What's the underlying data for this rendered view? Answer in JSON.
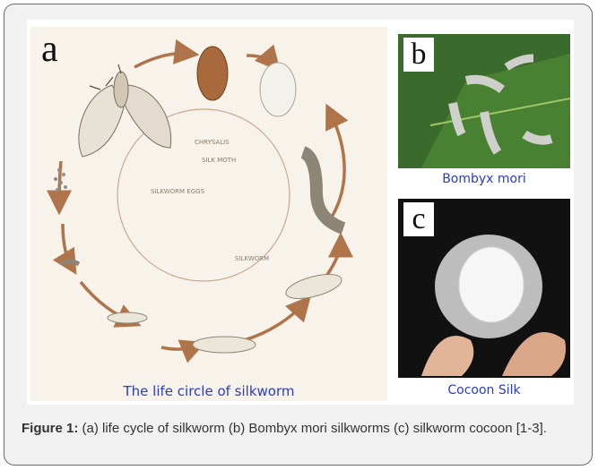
{
  "figure": {
    "panel_a": {
      "letter": "a",
      "caption": "The life circle of silkworm"
    },
    "panel_b": {
      "letter": "b",
      "caption": "Bombyx mori"
    },
    "panel_c": {
      "letter": "c",
      "caption": "Cocoon Silk"
    },
    "cycle_labels": {
      "chrysalis": "CHRYSALIS",
      "silk_moth": "SILK MOTH",
      "silkworm_eggs": "SILKWORM EGGS",
      "silkworm": "SILKWORM"
    },
    "caption": {
      "label": "Figure 1:",
      "text": " (a) life cycle of silkworm (b) Bombyx mori silkworms (c) silkworm cocoon [1-3]."
    }
  }
}
